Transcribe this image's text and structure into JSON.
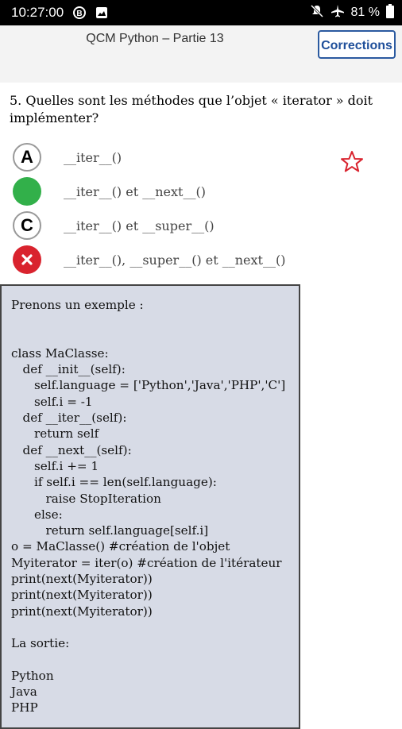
{
  "status_bar": {
    "time": "10:27:00",
    "battery": "81 %"
  },
  "header": {
    "title": "QCM Python – Partie 13",
    "corrections_label": "Corrections"
  },
  "question": {
    "text": "5. Quelles sont les méthodes que l’objet « iterator » doit implémenter?"
  },
  "answers": [
    {
      "badge": "A",
      "state": "neutral",
      "text": "__iter__()"
    },
    {
      "badge": "",
      "state": "correct",
      "text": "__iter__() et __next__()"
    },
    {
      "badge": "C",
      "state": "neutral",
      "text": "__iter__() et __super__()"
    },
    {
      "badge": "",
      "state": "wrong",
      "text": "__iter__(), __super__() et __next__()"
    }
  ],
  "explanation": {
    "lines": [
      "Prenons un exemple :",
      "",
      "",
      "class MaClasse:",
      "   def __init__(self):",
      "      self.language = ['Python','Java','PHP','C']",
      "      self.i = -1",
      "   def __iter__(self):",
      "      return self",
      "   def __next__(self):",
      "      self.i += 1",
      "      if self.i == len(self.language):",
      "         raise StopIteration",
      "      else:",
      "         return self.language[self.i]",
      "o = MaClasse() #création de l'objet",
      "Myiterator = iter(o) #création de l'itérateur",
      "print(next(Myiterator))",
      "print(next(Myiterator))",
      "print(next(Myiterator))",
      "",
      "La sortie:",
      "",
      "Python",
      "Java",
      "PHP"
    ]
  },
  "colors": {
    "correct": "#32b04a",
    "wrong": "#d9232e",
    "accent": "#2b5aa0",
    "explain_bg": "#d7dbe6"
  },
  "icons": [
    "mute-icon",
    "airplane-icon",
    "battery-icon",
    "star-icon",
    "close-icon"
  ]
}
